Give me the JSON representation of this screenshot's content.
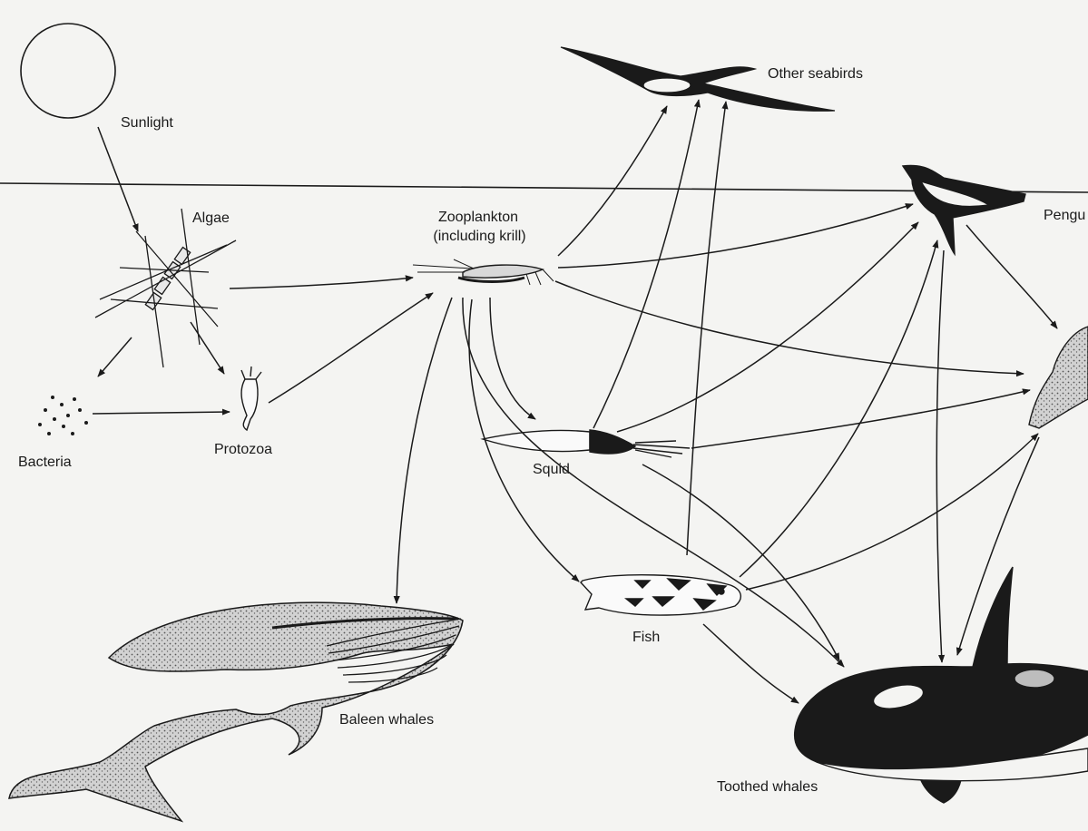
{
  "diagram": {
    "labels": {
      "sunlight": "Sunlight",
      "algae": "Algae",
      "zooplankton_line1": "Zooplankton",
      "zooplankton_line2": "(including krill)",
      "other_seabirds": "Other seabirds",
      "penguins": "Pengu",
      "bacteria": "Bacteria",
      "protozoa": "Protozoa",
      "squid": "Squid",
      "fish": "Fish",
      "baleen_whales": "Baleen whales",
      "toothed_whales": "Toothed whales"
    }
  },
  "colors": {
    "ink": "#1a1a1a",
    "paper": "#f4f4f2",
    "stipple": "#8a8a8a"
  }
}
